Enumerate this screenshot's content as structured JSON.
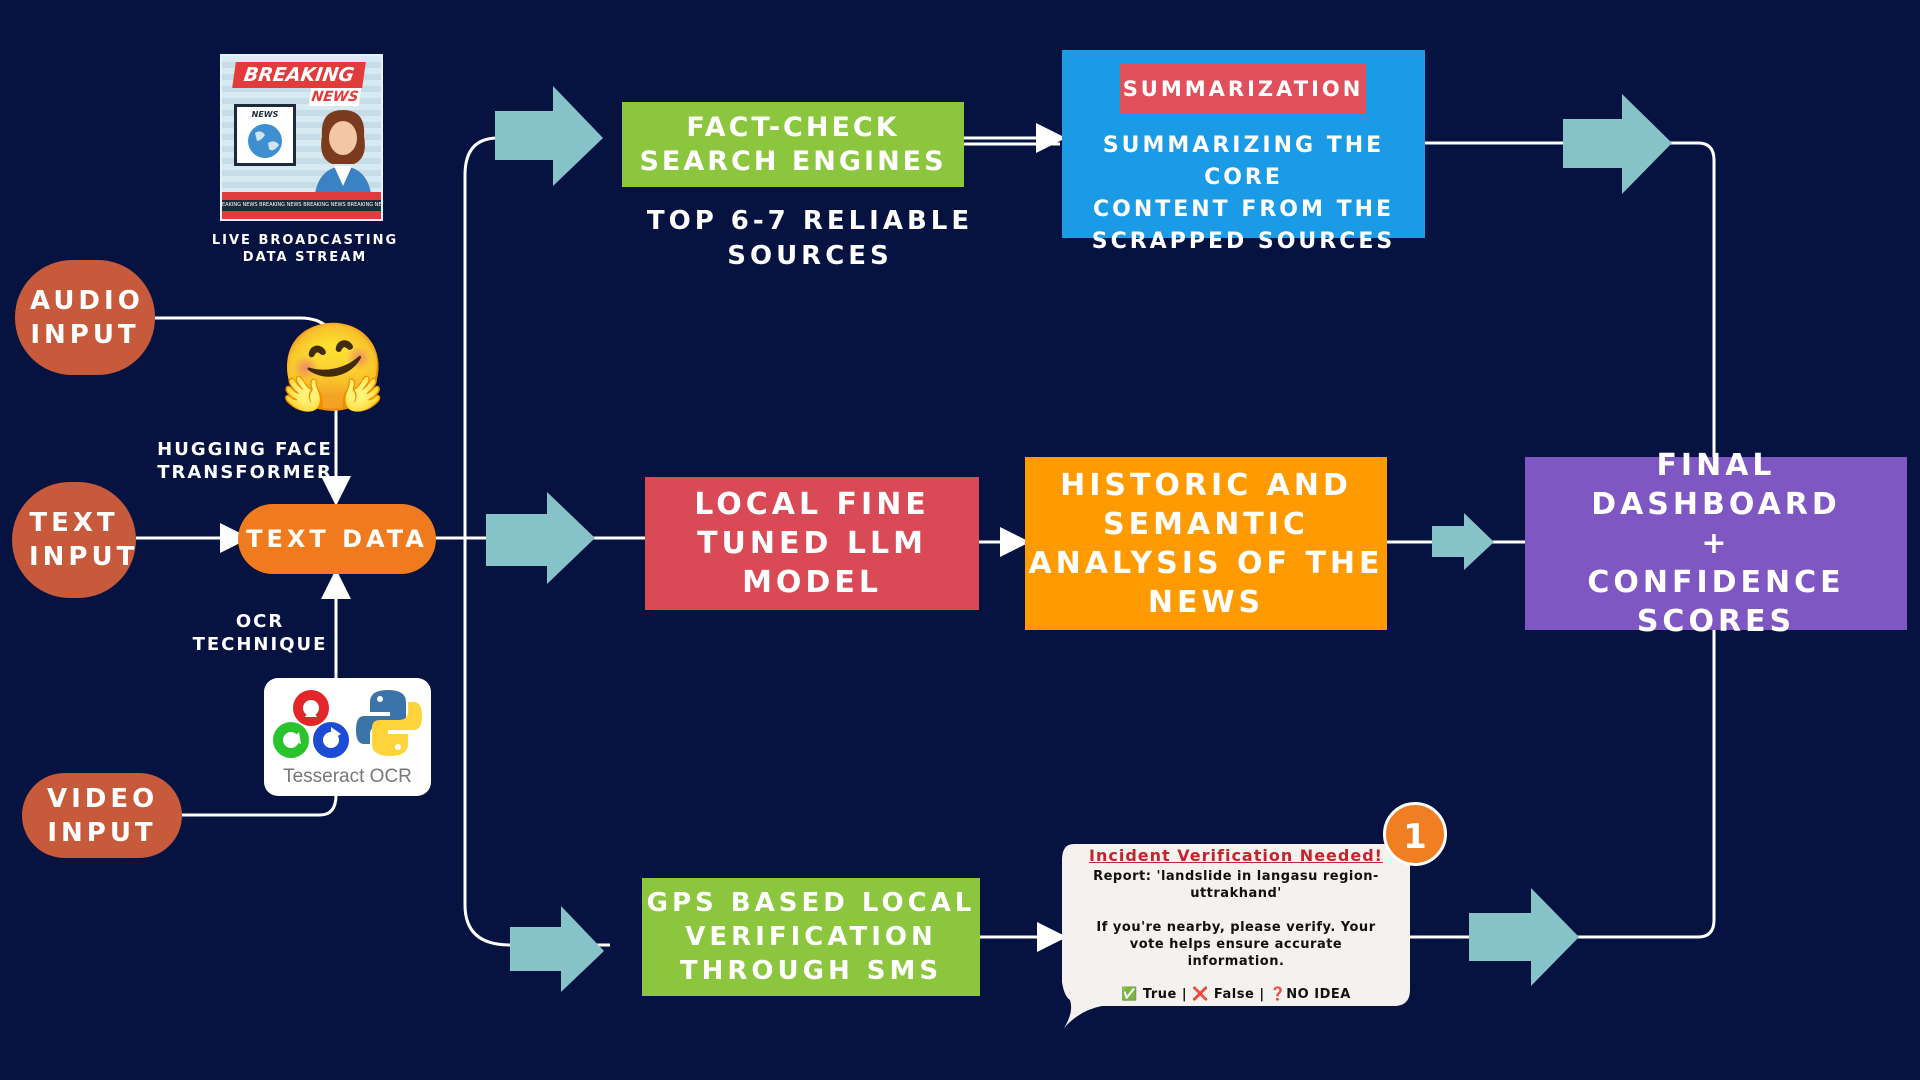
{
  "colors": {
    "background": "#061340",
    "input_pill": "#c65a3b",
    "text_data": "#ef7b1e",
    "fact_check": "#8cc63f",
    "summarization": "#1b9be6",
    "summarization_tag": "#e14f5b",
    "llm": "#d94a56",
    "historic": "#ff9a00",
    "gps": "#8cc63f",
    "dashboard": "#7e57c2",
    "arrow": "#86c3c9",
    "badge": "#f07f24"
  },
  "inputs": {
    "audio": "AUDIO INPUT",
    "text": "TEXT INPUT",
    "video": "VIDEO INPUT"
  },
  "news": {
    "breaking": "BREAKING",
    "news_word": "NEWS",
    "screen": "NEWS",
    "ticker": "EAKING NEWS   BREAKING NEWS   BREAKING NEWS   BREAKING NEWS   B",
    "caption_line1": "LIVE BROADCASTING",
    "caption_line2": "DATA STREAM"
  },
  "hugging_face": {
    "emoji": "🤗",
    "label_line1": "HUGGING FACE",
    "label_line2": "TRANSFORMER"
  },
  "ocr": {
    "label_line1": "OCR",
    "label_line2": "TECHNIQUE",
    "logo_text": "Tesseract OCR"
  },
  "text_data": "TEXT DATA",
  "fact_check": {
    "title": "FACT-CHECK SEARCH ENGINES",
    "caption_line1": "TOP 6-7 RELIABLE",
    "caption_line2": "SOURCES"
  },
  "summarization": {
    "tag": "SUMMARIZATION",
    "line1": "SUMMARIZING THE CORE",
    "line2": "CONTENT FROM THE",
    "line3": "SCRAPPED SOURCES"
  },
  "llm": {
    "line1": "LOCAL FINE",
    "line2": "TUNED LLM",
    "line3": "MODEL"
  },
  "historic": {
    "line1": "HISTORIC AND",
    "line2": "SEMANTIC",
    "line3": "ANALYSIS OF THE",
    "line4": "NEWS"
  },
  "dashboard": {
    "line1": "FINAL DASHBOARD",
    "line2": "+",
    "line3": "CONFIDENCE",
    "line4": "SCORES"
  },
  "gps": {
    "line1": "GPS BASED LOCAL",
    "line2": "VERIFICATION",
    "line3": "THROUGH SMS"
  },
  "sms": {
    "badge": "1",
    "title": "Incident Verification Needed!",
    "report_line1": "Report: 'landslide in langasu region-",
    "report_line2": "uttrakhand'",
    "ask_line1": "If you're nearby, please verify. Your",
    "ask_line2": "vote helps ensure accurate",
    "ask_line3": "information.",
    "true_icon": "✅",
    "true_label": "True",
    "sep1": "|",
    "false_icon": "❌",
    "false_label": "False",
    "sep2": "|",
    "idea_icon": "❓",
    "idea_label": "NO IDEA"
  }
}
